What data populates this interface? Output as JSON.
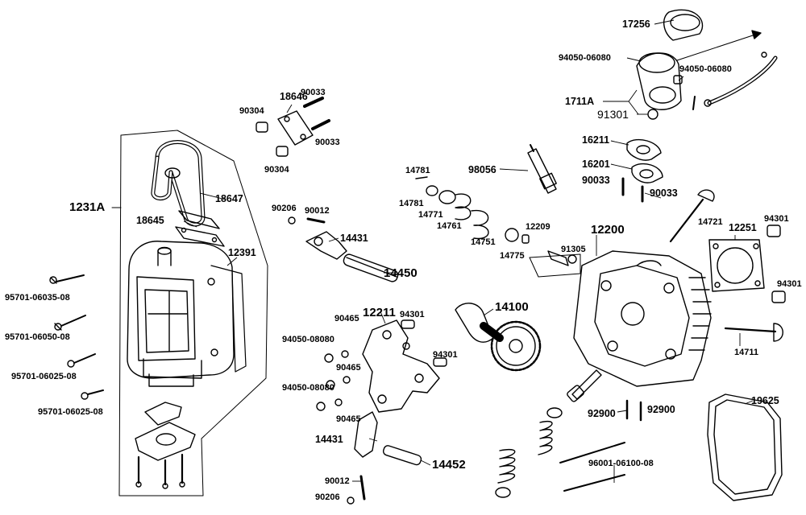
{
  "diagram": {
    "labels": {
      "p17256": "17256",
      "p94050_06080_a": "94050-06080",
      "p94050_06080_b": "94050-06080",
      "p1711A": "1711A",
      "p91301": "91301",
      "p16211": "16211",
      "p16201": "16201",
      "p90033_r1": "90033",
      "p90033_r2": "90033",
      "p98056": "98056",
      "p14781_a": "14781",
      "p14781_b": "14781",
      "p14771": "14771",
      "p14761": "14761",
      "p14751": "14751",
      "p12209": "12209",
      "p14775": "14775",
      "p91305": "91305",
      "p12200": "12200",
      "p14721": "14721",
      "p12251": "12251",
      "p94301_r1": "94301",
      "p94301_r2": "94301",
      "p14711": "14711",
      "p18646": "18646",
      "p90033_t1": "90033",
      "p90033_t2": "90033",
      "p90304_a": "90304",
      "p90304_b": "90304",
      "p18647": "18647",
      "p18645": "18645",
      "p12391": "12391",
      "p1231A": "1231A",
      "p90206_a": "90206",
      "p90012_a": "90012",
      "p14431_a": "14431",
      "p14450": "14450",
      "p95701_06035": "95701-06035-08",
      "p95701_06050": "95701-06050-08",
      "p95701_06025_a": "95701-06025-08",
      "p95701_06025_b": "95701-06025-08",
      "p12211": "12211",
      "p90465_a": "90465",
      "p94301_c1": "94301",
      "p94050_08080_a": "94050-08080",
      "p90465_b": "90465",
      "p94301_c2": "94301",
      "p94050_08080_b": "94050-08080",
      "p90465_c": "90465",
      "p14100": "14100",
      "p14431_b": "14431",
      "p14452": "14452",
      "p90012_b": "90012",
      "p90206_b": "90206",
      "p92900_a": "92900",
      "p92900_b": "92900",
      "p96001": "96001-06100-08",
      "p19625": "19625"
    }
  }
}
